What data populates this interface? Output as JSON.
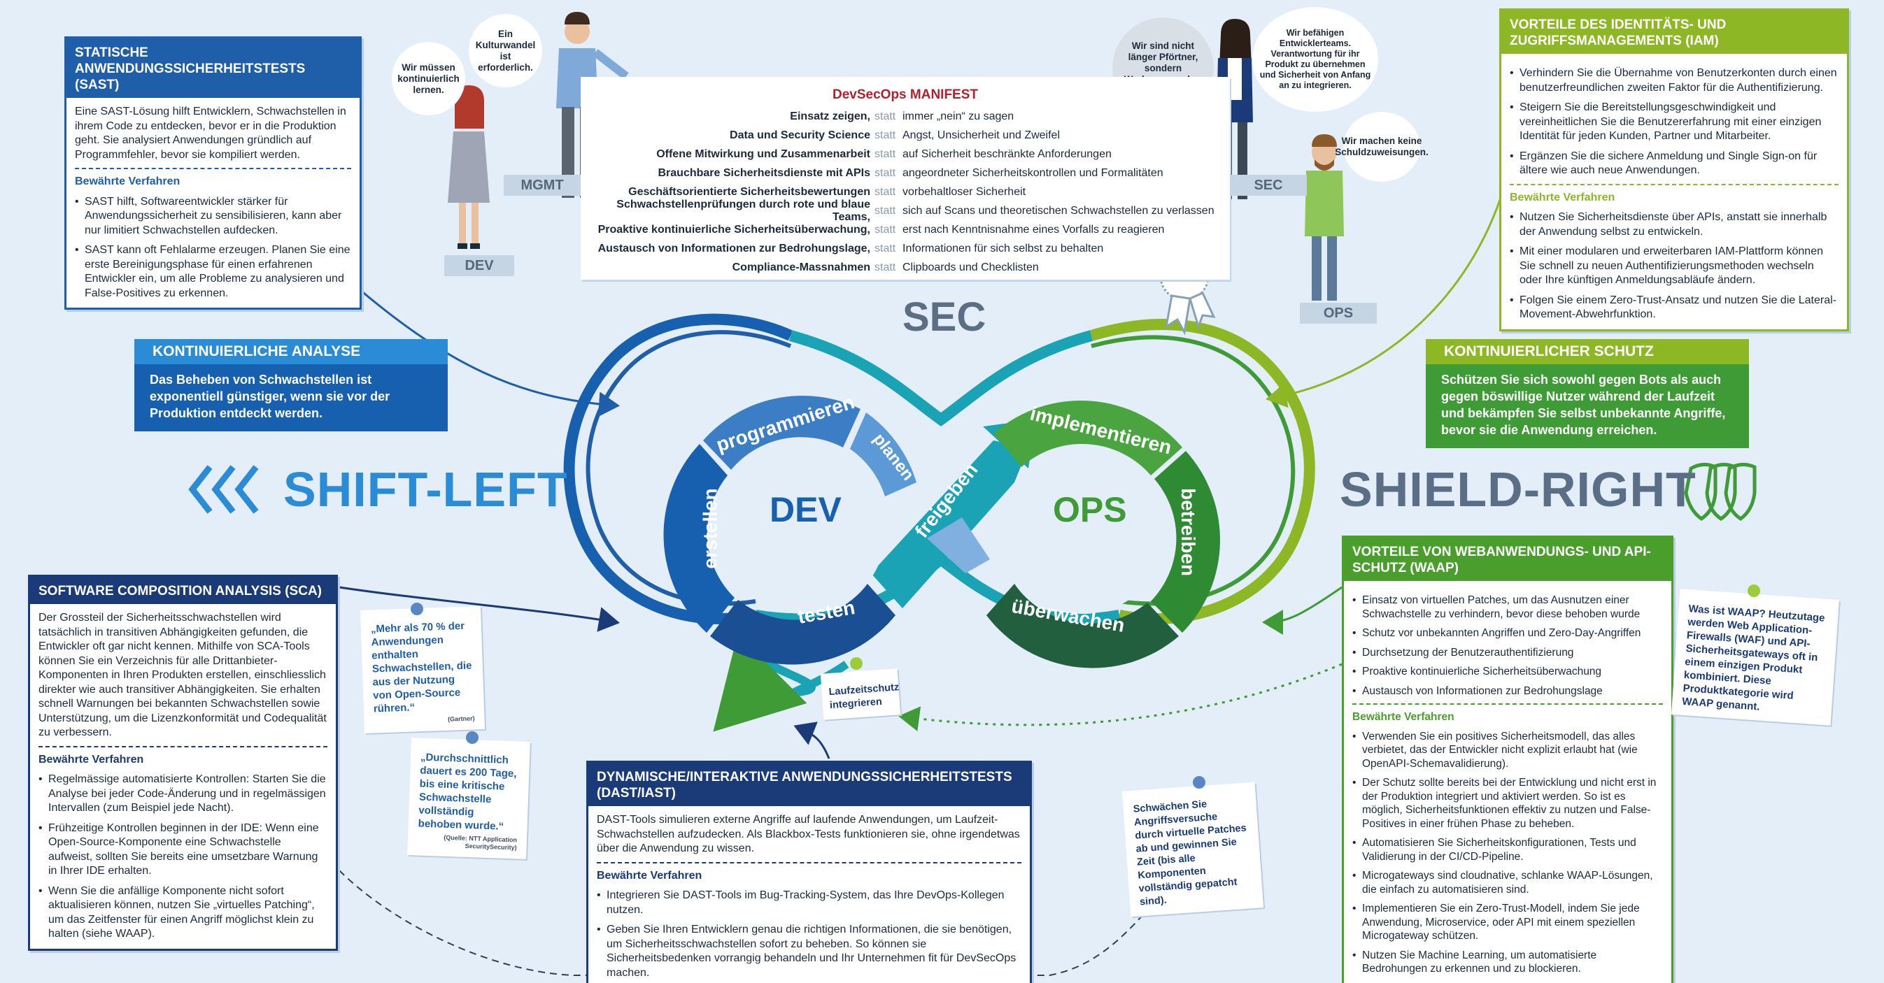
{
  "manifest": {
    "title": "DevSecOps MANIFEST",
    "instead": "statt",
    "rows": [
      {
        "l": "Einsatz zeigen,",
        "r": "immer „nein“ zu sagen"
      },
      {
        "l": "Data und Security Science",
        "r": "Angst, Unsicherheit und Zweifel"
      },
      {
        "l": "Offene Mitwirkung und Zusammenarbeit",
        "r": "auf Sicherheit beschränkte Anforderungen"
      },
      {
        "l": "Brauchbare Sicherheitsdienste mit APIs",
        "r": "angeordneter Sicherheitskontrollen und Formalitäten"
      },
      {
        "l": "Geschäftsorientierte Sicherheitsbewertungen",
        "r": "vorbehaltloser Sicherheit"
      },
      {
        "l": "Schwachstellenprüfungen durch rote und blaue Teams,",
        "r": "sich auf Scans und theoretischen Schwachstellen zu verlassen"
      },
      {
        "l": "Proaktive kontinuierliche Sicherheitsüberwachung,",
        "r": "erst nach Kenntnisnahme eines Vorfalls zu reagieren"
      },
      {
        "l": "Austausch von Informationen zur Bedrohungslage,",
        "r": "Informationen für sich selbst zu behalten"
      },
      {
        "l": "Compliance-Massnahmen",
        "r": "Clipboards und Checklisten"
      }
    ]
  },
  "persons": {
    "dev": {
      "tag": "DEV",
      "bubble": "Wir müssen kontinuierlich lernen."
    },
    "mgmt": {
      "tag": "MGMT",
      "bubble": "Ein Kulturwandel ist erforderlich."
    },
    "sec": {
      "tag": "SEC",
      "bubble1": "Wir sind nicht länger Pförtner, sondern Werkzeugmacher und Berater.",
      "bubble2": "Wir befähigen Entwicklerteams. Verantwortung für ihr Produkt zu übernehmen und Sicherheit von Anfang an zu integrieren."
    },
    "ops": {
      "tag": "OPS",
      "bubble": "Wir machen keine Schuldzuweisungen."
    }
  },
  "sast": {
    "title": "STATISCHE ANWENDUNGSSICHERHEITSTESTS (SAST)",
    "intro": "Eine SAST-Lösung hilft Entwicklern, Schwachstellen in ihrem Code zu entdecken, bevor er in die Produktion geht. Sie analysiert Anwendungen gründlich auf Programmfehler, bevor sie kompiliert werden.",
    "sub": "Bewährte Verfahren",
    "items": [
      "SAST hilft, Softwareentwickler stärker für Anwendungssicherheit zu sensibilisieren, kann aber nur limitiert Schwachstellen aufdecken.",
      "SAST kann oft Fehlalarme erzeugen. Planen Sie eine erste Bereinigungsphase für einen erfahrenen Entwickler ein, um alle Probleme zu analysieren und False-Positives zu erkennen."
    ]
  },
  "ka": {
    "title": "KONTINUIERLICHE ANALYSE",
    "text": "Das Beheben von Schwachstellen ist exponentiell günstiger, wenn sie vor der Produktion entdeckt werden."
  },
  "shift_left": "SHIFT-LEFT",
  "shield_right": "SHIELD-RIGHT",
  "sca": {
    "title": "SOFTWARE COMPOSITION ANALYSIS (SCA)",
    "intro": "Der Grossteil der Sicherheitsschwachstellen wird tatsächlich in transitiven Abhängigkeiten gefunden, die Entwickler oft gar nicht kennen. Mithilfe von SCA-Tools können Sie ein Verzeichnis für alle Drittanbieter-Komponenten in Ihren Produkten erstellen, einschliesslich direkter wie auch transitiver Abhängigkeiten. Sie erhalten schnell Warnungen bei bekannten Schwachstellen sowie Unterstützung, um die Lizenzkonformität und Codequalität zu verbessern.",
    "sub": "Bewährte Verfahren",
    "items": [
      "Regelmässige automatisierte Kontrollen: Starten Sie die Analyse bei jeder Code-Änderung und in regelmässigen Intervallen (zum Beispiel jede Nacht).",
      "Frühzeitige Kontrollen beginnen in der IDE: Wenn eine Open-Source-Komponente eine Schwachstelle aufweist, sollten Sie bereits eine umsetzbare Warnung in Ihrer IDE erhalten.",
      "Wenn Sie die anfällige Komponente nicht sofort aktualisieren können, nutzen Sie „virtuelles Patching“, um das Zeitfenster für einen Angriff möglichst klein zu halten (siehe WAAP)."
    ]
  },
  "q1": {
    "text": "„Mehr als 70 % der Anwendungen enthalten Schwachstellen, die aus der Nutzung von Open-Source rühren.“",
    "src": "(Gartner)"
  },
  "q2": {
    "text": "„Durchschnittlich dauert es 200 Tage, bis eine kritische Schwachstelle vollständig behoben wurde.“",
    "src": "(Quelle: NTT Application SecuritySecurity)"
  },
  "dast": {
    "title": "DYNAMISCHE/INTERAKTIVE ANWENDUNGSSICHERHEITSTESTS (DAST/IAST)",
    "intro": "DAST-Tools simulieren externe Angriffe auf laufende Anwendungen, um Laufzeit-Schwachstellen aufzudecken. Als Blackbox-Tests funktionieren sie, ohne irgendetwas über die Anwendung zu wissen.",
    "sub": "Bewährte Verfahren",
    "items": [
      "Integrieren Sie DAST-Tools im Bug-Tracking-System, das Ihre DevOps-Kollegen nutzen.",
      "Geben Sie Ihren Entwicklern genau die richtigen Informationen, die sie benötigen, um Sicherheitsschwachstellen sofort zu beheben. So können sie Sicherheitsbedenken vorrangig behandeln und Ihr Unternehmen fit für DevSecOps machen."
    ]
  },
  "lz": "Laufzeitschutz integrieren",
  "vp": "Schwächen Sie Angriffsversuche durch virtuelle Patches ab und gewinnen Sie Zeit (bis alle Komponenten vollständig gepatcht sind).",
  "iam": {
    "title": "VORTEILE DES IDENTITÄTS- UND ZUGRIFFSMANAGEMENTS (IAM)",
    "items": [
      "Verhindern Sie die Übernahme von Benutzerkonten durch einen benutzerfreundlichen zweiten Faktor für die Authentifizierung.",
      "Steigern Sie die Bereitstellungsgeschwindigkeit und vereinheitlichen Sie die Benutzererfahrung mit einer einzigen Identität für jeden Kunden, Partner und Mitarbeiter.",
      "Ergänzen Sie die sichere Anmeldung und Single Sign-on für ältere wie auch neue Anwendungen."
    ],
    "sub": "Bewährte Verfahren",
    "items2": [
      "Nutzen Sie Sicherheitsdienste über APIs, anstatt sie innerhalb der Anwendung selbst zu entwickeln.",
      "Mit einer modularen und erweiterbaren IAM-Plattform können Sie schnell zu neuen Authentifizierungsmethoden wechseln oder Ihre künftigen Anmeldungsabläufe ändern.",
      "Folgen Sie einem Zero-Trust-Ansatz und nutzen Sie die Lateral-Movement-Abwehrfunktion."
    ]
  },
  "ks": {
    "title": "KONTINUIERLICHER SCHUTZ",
    "text": "Schützen Sie sich sowohl gegen Bots als auch gegen böswillige Nutzer während der Laufzeit und bekämpfen Sie selbst unbekannte Angriffe, bevor sie die Anwendung erreichen."
  },
  "waap": {
    "title": "VORTEILE VON WEBANWENDUNGS- UND API-SCHUTZ (WAAP)",
    "items": [
      "Einsatz von virtuellen Patches, um das Ausnutzen einer Schwachstelle zu verhindern, bevor diese behoben wurde",
      "Schutz vor unbekannten Angriffen und Zero-Day-Angriffen",
      "Durchsetzung der Benutzerauthentifizierung",
      "Proaktive kontinuierliche Sicherheitsüberwachung",
      "Austausch von Informationen zur Bedrohungslage"
    ],
    "sub": "Bewährte Verfahren",
    "items2": [
      "Verwenden Sie ein positives Sicherheitsmodell, das alles verbietet, das der Entwickler nicht explizit erlaubt hat (wie OpenAPI-Schemavalidierung).",
      "Der Schutz sollte bereits bei der Entwicklung und nicht erst in der Produktion integriert und aktiviert werden. So ist es möglich, Sicherheitsfunktionen effektiv zu nutzen und False-Positives in einer frühen Phase zu beheben.",
      "Automatisieren Sie Sicherheitskonfigurationen, Tests und Validierung in der CI/CD-Pipeline.",
      "Microgateways sind cloudnative, schlanke WAAP-Lösungen, die einfach zu automatisieren sind.",
      "Implementieren Sie ein Zero-Trust-Modell, indem Sie jede Anwendung, Microservice, oder API mit einem speziellen Microgateway schützen.",
      "Nutzen Sie Machine Learning, um automatisierte Bedrohungen zu erkennen und zu blockieren."
    ]
  },
  "waap_note": "Was ist WAAP? Heutzutage werden Web Application-Firewalls (WAF) und API-Sicherheitsgateways oft in einem einzigen Produkt kombiniert. Diese Produktkategorie wird WAAP genannt.",
  "loop": {
    "sec": "SEC",
    "dev": "DEV",
    "ops": "OPS",
    "programmieren": "programmieren",
    "planen": "planen",
    "erstellen": "erstellen",
    "testen": "testen",
    "freigeben": "freigeben",
    "implementieren": "implementieren",
    "betreiben": "betreiben",
    "ueberwachen": "überwachen"
  },
  "colors": {
    "navy": "#1a3a78",
    "blue": "#1f5ea8",
    "teal": "#1aa2b5",
    "green": "#3e9b35",
    "lime": "#8db724",
    "darkgreen": "#215f3e"
  }
}
